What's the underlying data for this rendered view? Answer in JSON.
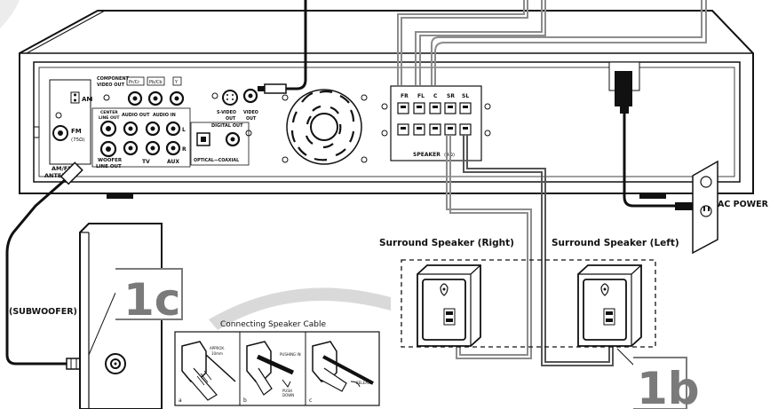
{
  "labels": {
    "surround_right": "Surround Speaker (Right)",
    "surround_left": "Surround Speaker (Left)",
    "subwoofer": "(SUBWOOFER)",
    "ac_power": "AC POWER",
    "connecting_cable": "Connecting Speaker Cable"
  },
  "steps": {
    "step_1c": "1c",
    "step_1b": "1b"
  },
  "panel": {
    "am": "AM",
    "fm": "FM",
    "fm_ohm": "(75Ω)",
    "am_fm_antenna_1": "AM/FM",
    "am_fm_antenna_2": "ANTENNA",
    "component_video_out_1": "COMPONENT",
    "component_video_out_2": "VIDEO OUT",
    "pr_cr": "Pr/Cr",
    "pb_cb": "Pb/Cb",
    "y": "Y",
    "center_line_out_1": "CENTER",
    "center_line_out_2": "LINE OUT",
    "audio_out": "AUDIO OUT",
    "audio_in": "AUDIO IN",
    "woofer_line_out_1": "WOOFER",
    "woofer_line_out_2": "LINE OUT",
    "tv": "TV",
    "aux": "AUX",
    "l": "L",
    "r": "R",
    "s_video_out_1": "S-VIDEO",
    "s_video_out_2": "OUT",
    "video_out_1": "VIDEO",
    "video_out_2": "OUT",
    "digital_out": "DIGITAL OUT",
    "optical_coaxial": "OPTICAL—COAXIAL",
    "speaker": "SPEAKER",
    "speaker_ohm": "(4Ω)",
    "fr": "FR",
    "fl": "FL",
    "c": "C",
    "sr": "SR",
    "sl": "SL"
  },
  "cable_steps": {
    "a": "a",
    "b": "b",
    "c": "c",
    "approx": "APPROX.",
    "approx_len": "10mm",
    "pushing_in": "PUSHING IN",
    "push_down": "PUSH",
    "push_down_2": "DOWN",
    "release": "RELEASE"
  },
  "colors": {
    "line": "#111111",
    "cable_gray": "#8c8c8c",
    "step_gray": "#7a7a7a",
    "arc_gray": "#d9d9d9"
  }
}
